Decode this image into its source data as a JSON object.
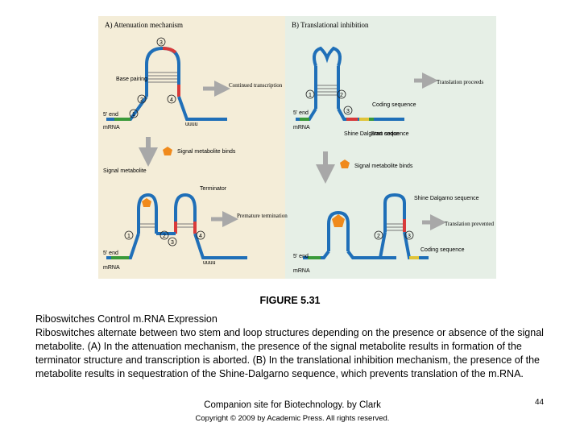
{
  "figure": {
    "panel_a": {
      "heading": "A) Attenuation mechanism",
      "base_pairing": "Base pairing",
      "continued": "Continued transcription",
      "five_end": "5' end",
      "mrna": "mRNA",
      "uuuu": "uuuu",
      "signal_binds": "Signal metabolite binds",
      "signal_metabolite": "Signal metabolite",
      "terminator": "Terminator",
      "premature": "Premature termination",
      "n1": "1",
      "n2": "2",
      "n3": "3",
      "n4": "4"
    },
    "panel_b": {
      "heading": "B) Translational inhibition",
      "translation_proceeds": "Translation proceeds",
      "coding_sequence": "Coding sequence",
      "start_codon": "Start codon",
      "shine_dalgarno": "Shine Dalgarno sequence",
      "five_end": "5' end",
      "mrna": "mRNA",
      "signal_binds": "Signal metabolite binds",
      "translation_prevented": "Translation prevented",
      "n1": "1",
      "n2": "2",
      "n3": "3"
    },
    "colors": {
      "rna": "#1f6fb8",
      "red": "#d83a3a",
      "green": "#3a9a3a",
      "yellow": "#e0c43a",
      "metabolite": "#f08a1c",
      "arrow": "#a8a8a8"
    }
  },
  "figure_label": "FIGURE 5.31",
  "caption": {
    "title": "Riboswitches Control m.RNA Expression",
    "body": "Riboswitches alternate between two stem and loop structures depending on the presence or absence of the signal metabolite. (A) In the attenuation mechanism, the presence of the signal metabolite results in formation of the terminator structure and transcription is aborted. (B) In the translational inhibition mechanism, the presence of the metabolite results in sequestration of the Shine-Dalgarno sequence, which prevents translation of the m.RNA."
  },
  "footer": {
    "main": "Companion site for Biotechnology. by Clark",
    "copyright": "Copyright © 2009 by Academic Press. All rights reserved."
  },
  "page_number": "44"
}
